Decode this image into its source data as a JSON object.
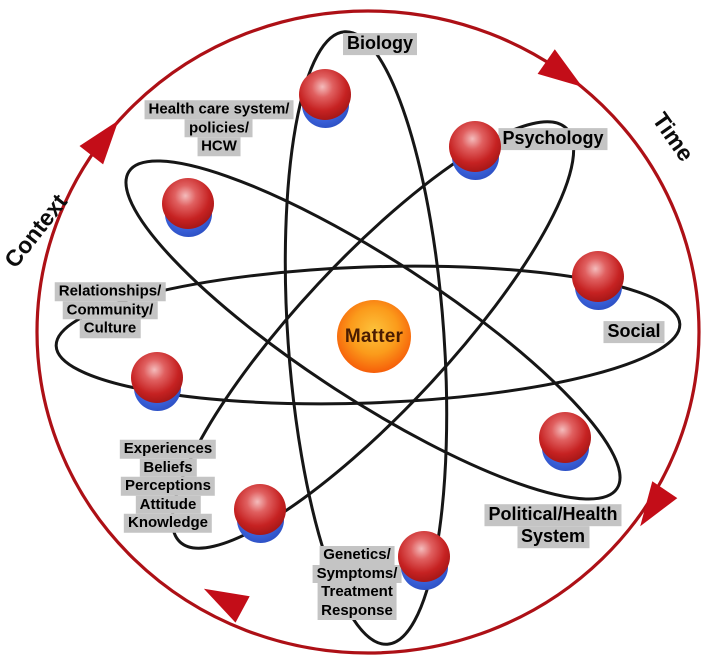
{
  "diagram": {
    "nucleus_label": "Matter",
    "outer_labels": {
      "context": "Context",
      "time": "Time"
    },
    "electrons": [
      {
        "name": "biology",
        "lines": [
          "Biology"
        ]
      },
      {
        "name": "health-care-system",
        "lines": [
          "Health care system/",
          "policies/",
          "HCW"
        ]
      },
      {
        "name": "psychology",
        "lines": [
          "Psychology"
        ]
      },
      {
        "name": "relationships",
        "lines": [
          "Relationships/",
          "Community/",
          "Culture"
        ]
      },
      {
        "name": "social",
        "lines": [
          "Social"
        ]
      },
      {
        "name": "political-health-system",
        "lines": [
          "Political/Health",
          "System"
        ]
      },
      {
        "name": "genetics",
        "lines": [
          "Genetics/",
          "Symptoms/",
          "Treatment",
          "Response"
        ]
      },
      {
        "name": "experiences",
        "lines": [
          "Experiences",
          "Beliefs",
          "Perceptions",
          "Attitude",
          "Knowledge"
        ]
      }
    ]
  },
  "colors": {
    "orbit-black": "#161616",
    "circle-red": "#ad1016",
    "arrow-red": "#c30d18",
    "label-bg": "#c4c4c4",
    "electron-red": "#c62222",
    "electron-blue": "#1f3fae",
    "nucleus-yellow": "#fcc33c"
  }
}
